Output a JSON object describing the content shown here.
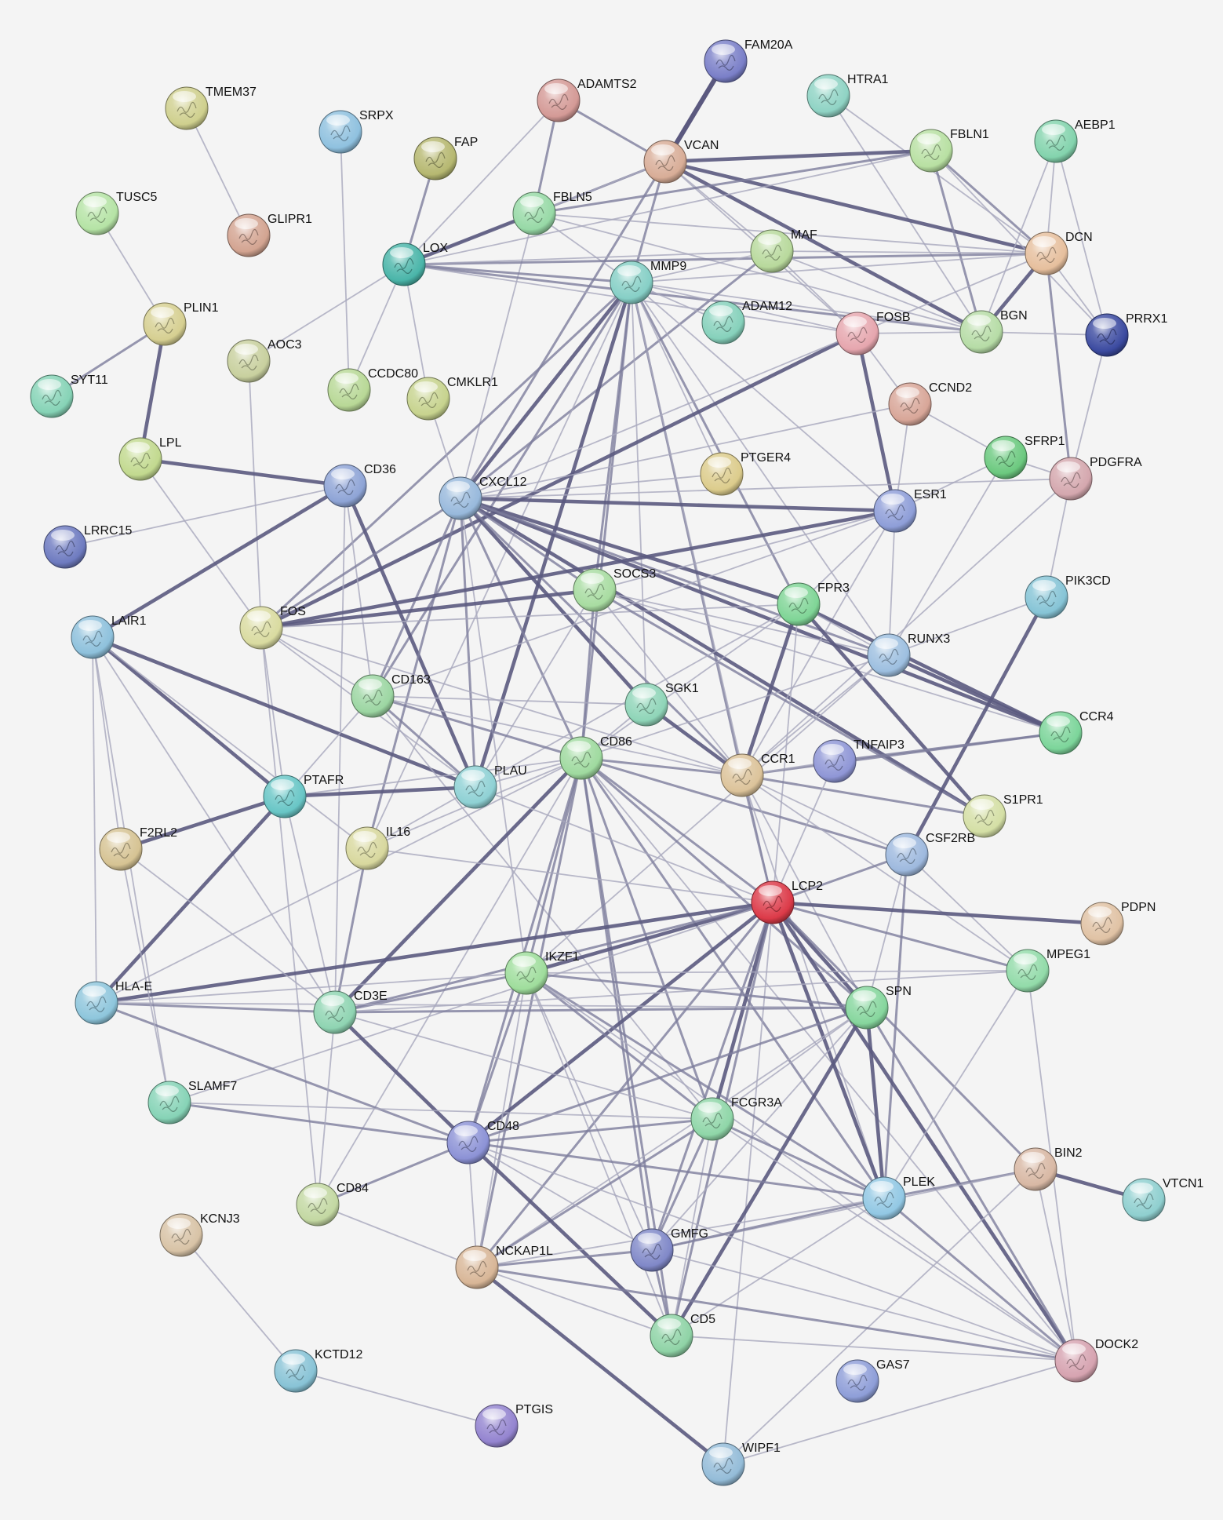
{
  "nodes": [
    {
      "id": "FAM20A",
      "color": "#7a7fc8"
    },
    {
      "id": "ADAMTS2",
      "color": "#d49a96"
    },
    {
      "id": "HTRA1",
      "color": "#8fd3c4"
    },
    {
      "id": "TMEM37",
      "color": "#cfd08e"
    },
    {
      "id": "SRPX",
      "color": "#8fc1df"
    },
    {
      "id": "FAP",
      "color": "#b6b871"
    },
    {
      "id": "VCAN",
      "color": "#d8ad97"
    },
    {
      "id": "FBLN1",
      "color": "#b8e0a2"
    },
    {
      "id": "AEBP1",
      "color": "#83d3ad"
    },
    {
      "id": "TUSC5",
      "color": "#b5e3a5"
    },
    {
      "id": "GLIPR1",
      "color": "#d3a491"
    },
    {
      "id": "FBLN5",
      "color": "#97d9a6"
    },
    {
      "id": "LOX",
      "color": "#4ab5a9"
    },
    {
      "id": "MAF",
      "color": "#b8d99c"
    },
    {
      "id": "DCN",
      "color": "#e6bf9d"
    },
    {
      "id": "MMP9",
      "color": "#86cfc6"
    },
    {
      "id": "PLIN1",
      "color": "#d6cf91"
    },
    {
      "id": "ADAM12",
      "color": "#86d1bb"
    },
    {
      "id": "FOSB",
      "color": "#e6a6ae"
    },
    {
      "id": "BGN",
      "color": "#b6dca6"
    },
    {
      "id": "PRRX1",
      "color": "#3b4aa0"
    },
    {
      "id": "AOC3",
      "color": "#c8d09e"
    },
    {
      "id": "SYT11",
      "color": "#86d3b6"
    },
    {
      "id": "CCDC80",
      "color": "#b8d896"
    },
    {
      "id": "CMKLR1",
      "color": "#c7d38e"
    },
    {
      "id": "CCND2",
      "color": "#d8a698"
    },
    {
      "id": "LPL",
      "color": "#c2d98f"
    },
    {
      "id": "SFRP1",
      "color": "#6cc97f"
    },
    {
      "id": "PDGFRA",
      "color": "#d4a7ae"
    },
    {
      "id": "PTGER4",
      "color": "#dccc8c"
    },
    {
      "id": "CD36",
      "color": "#8ea4d6"
    },
    {
      "id": "CXCL12",
      "color": "#98b9dc"
    },
    {
      "id": "ESR1",
      "color": "#8e9ed8"
    },
    {
      "id": "LRRC15",
      "color": "#6e7bc0"
    },
    {
      "id": "PIK3CD",
      "color": "#86c4d6"
    },
    {
      "id": "SOCS3",
      "color": "#a8dca1"
    },
    {
      "id": "FPR3",
      "color": "#7fd596"
    },
    {
      "id": "LAIR1",
      "color": "#8ec1dc"
    },
    {
      "id": "FOS",
      "color": "#d9dba0"
    },
    {
      "id": "RUNX3",
      "color": "#9dbfe0"
    },
    {
      "id": "CD163",
      "color": "#9cd6a2"
    },
    {
      "id": "SGK1",
      "color": "#8fd5b8"
    },
    {
      "id": "CCR4",
      "color": "#7cd59a"
    },
    {
      "id": "CD86",
      "color": "#9fda9f"
    },
    {
      "id": "TNFAIP3",
      "color": "#8f96d6"
    },
    {
      "id": "CCR1",
      "color": "#dcc39a"
    },
    {
      "id": "PTAFR",
      "color": "#68c6c6"
    },
    {
      "id": "PLAU",
      "color": "#8fd1d4"
    },
    {
      "id": "S1PR1",
      "color": "#d4dfa5"
    },
    {
      "id": "F2RL2",
      "color": "#d6c393"
    },
    {
      "id": "IL16",
      "color": "#d8d89e"
    },
    {
      "id": "CSF2RB",
      "color": "#9eb9de"
    },
    {
      "id": "LCP2",
      "color": "#dc3a48"
    },
    {
      "id": "PDPN",
      "color": "#e0c2a4"
    },
    {
      "id": "IKZF1",
      "color": "#9fdd9c"
    },
    {
      "id": "MPEG1",
      "color": "#92dba9"
    },
    {
      "id": "HLA-E",
      "color": "#8ec6dc"
    },
    {
      "id": "CD3E",
      "color": "#8fd4b2"
    },
    {
      "id": "SPN",
      "color": "#86d69d"
    },
    {
      "id": "SLAMF7",
      "color": "#86d3b6"
    },
    {
      "id": "FCGR3A",
      "color": "#8fd6a8"
    },
    {
      "id": "CD48",
      "color": "#8c92d6"
    },
    {
      "id": "BIN2",
      "color": "#d8b8a4"
    },
    {
      "id": "VTCN1",
      "color": "#8fcfcf"
    },
    {
      "id": "PLEK",
      "color": "#92c8e4"
    },
    {
      "id": "CD84",
      "color": "#c3d8a2"
    },
    {
      "id": "KCNJ3",
      "color": "#d8c3a6"
    },
    {
      "id": "GMFG",
      "color": "#8088c8"
    },
    {
      "id": "NCKAP1L",
      "color": "#d8b697"
    },
    {
      "id": "CD5",
      "color": "#8fd3a6"
    },
    {
      "id": "DOCK2",
      "color": "#d6a3b0"
    },
    {
      "id": "KCTD12",
      "color": "#88c3d6"
    },
    {
      "id": "GAS7",
      "color": "#8e9ed8"
    },
    {
      "id": "PTGIS",
      "color": "#9484d0"
    },
    {
      "id": "WIPF1",
      "color": "#94bcd8"
    }
  ],
  "edges": [
    [
      "FAM20A",
      "VCAN",
      4
    ],
    [
      "ADAMTS2",
      "VCAN",
      2
    ],
    [
      "ADAMTS2",
      "FBLN5",
      2
    ],
    [
      "ADAMTS2",
      "LOX",
      1
    ],
    [
      "TMEM37",
      "GLIPR1",
      1
    ],
    [
      "SRPX",
      "CCDC80",
      1
    ],
    [
      "FAP",
      "LOX",
      2
    ],
    [
      "TUSC5",
      "PLIN1",
      1
    ],
    [
      "PLIN1",
      "SYT11",
      2
    ],
    [
      "PLIN1",
      "LPL",
      3
    ],
    [
      "HTRA1",
      "BGN",
      1
    ],
    [
      "HTRA1",
      "DCN",
      1
    ],
    [
      "VCAN",
      "FBLN5",
      2
    ],
    [
      "VCAN",
      "FBLN1",
      3
    ],
    [
      "VCAN",
      "DCN",
      3
    ],
    [
      "VCAN",
      "BGN",
      3
    ],
    [
      "VCAN",
      "MMP9",
      2
    ],
    [
      "VCAN",
      "LOX",
      1
    ],
    [
      "VCAN",
      "CXCL12",
      2
    ],
    [
      "VCAN",
      "FOSB",
      1
    ],
    [
      "VCAN",
      "MAF",
      1
    ],
    [
      "FBLN1",
      "DCN",
      2
    ],
    [
      "FBLN1",
      "BGN",
      2
    ],
    [
      "FBLN1",
      "FBLN5",
      2
    ],
    [
      "FBLN1",
      "LOX",
      1
    ],
    [
      "FBLN1",
      "PRRX1",
      1
    ],
    [
      "AEBP1",
      "DCN",
      1
    ],
    [
      "AEBP1",
      "BGN",
      1
    ],
    [
      "AEBP1",
      "PRRX1",
      1
    ],
    [
      "FBLN5",
      "LOX",
      3
    ],
    [
      "FBLN5",
      "DCN",
      1
    ],
    [
      "FBLN5",
      "BGN",
      1
    ],
    [
      "FBLN5",
      "MMP9",
      1
    ],
    [
      "FBLN5",
      "CXCL12",
      1
    ],
    [
      "LOX",
      "MMP9",
      2
    ],
    [
      "LOX",
      "DCN",
      2
    ],
    [
      "LOX",
      "BGN",
      2
    ],
    [
      "LOX",
      "CCDC80",
      1
    ],
    [
      "LOX",
      "CMKLR1",
      1
    ],
    [
      "LOX",
      "AOC3",
      1
    ],
    [
      "LOX",
      "MAF",
      1
    ],
    [
      "LOX",
      "FOSB",
      1
    ],
    [
      "DCN",
      "BGN",
      3
    ],
    [
      "DCN",
      "PRRX1",
      1
    ],
    [
      "DCN",
      "PDGFRA",
      2
    ],
    [
      "DCN",
      "MAF",
      1
    ],
    [
      "DCN",
      "MMP9",
      1
    ],
    [
      "DCN",
      "FOSB",
      1
    ],
    [
      "BGN",
      "MMP9",
      1
    ],
    [
      "BGN",
      "FOSB",
      1
    ],
    [
      "BGN",
      "MAF",
      1
    ],
    [
      "BGN",
      "PRRX1",
      1
    ],
    [
      "PRRX1",
      "PDGFRA",
      1
    ],
    [
      "MAF",
      "FOSB",
      1
    ],
    [
      "MAF",
      "CXCL12",
      2
    ],
    [
      "MAF",
      "MMP9",
      1
    ],
    [
      "MMP9",
      "CXCL12",
      3
    ],
    [
      "MMP9",
      "FOS",
      2
    ],
    [
      "MMP9",
      "ADAM12",
      1
    ],
    [
      "MMP9",
      "PLAU",
      3
    ],
    [
      "MMP9",
      "CD86",
      2
    ],
    [
      "MMP9",
      "CCR1",
      2
    ],
    [
      "MMP9",
      "FPR3",
      2
    ],
    [
      "MMP9",
      "SOCS3",
      2
    ],
    [
      "MMP9",
      "CD163",
      2
    ],
    [
      "MMP9",
      "ESR1",
      1
    ],
    [
      "MMP9",
      "PTGER4",
      1
    ],
    [
      "MMP9",
      "SGK1",
      1
    ],
    [
      "MMP9",
      "RUNX3",
      1
    ],
    [
      "MMP9",
      "LCP2",
      1
    ],
    [
      "MMP9",
      "FOSB",
      1
    ],
    [
      "MMP9",
      "IL16",
      1
    ],
    [
      "FOSB",
      "FOS",
      3
    ],
    [
      "FOSB",
      "ESR1",
      3
    ],
    [
      "FOSB",
      "CCND2",
      1
    ],
    [
      "FOSB",
      "CXCL12",
      1
    ],
    [
      "CCND2",
      "ESR1",
      1
    ],
    [
      "CCND2",
      "SFRP1",
      1
    ],
    [
      "CCND2",
      "CXCL12",
      1
    ],
    [
      "SFRP1",
      "ESR1",
      1
    ],
    [
      "SFRP1",
      "PDGFRA",
      1
    ],
    [
      "SFRP1",
      "RUNX3",
      1
    ],
    [
      "PDGFRA",
      "CXCL12",
      1
    ],
    [
      "PDGFRA",
      "PIK3CD",
      1
    ],
    [
      "PDGFRA",
      "CCR1",
      1
    ],
    [
      "AOC3",
      "FOS",
      1
    ],
    [
      "CMKLR1",
      "CXCL12",
      1
    ],
    [
      "LPL",
      "CD36",
      3
    ],
    [
      "LPL",
      "FOS",
      1
    ],
    [
      "CD36",
      "LRRC15",
      1
    ],
    [
      "CD36",
      "LAIR1",
      3
    ],
    [
      "CD36",
      "PLAU",
      3
    ],
    [
      "CD36",
      "CD163",
      1
    ],
    [
      "CD36",
      "CD3E",
      1
    ],
    [
      "CXCL12",
      "ESR1",
      3
    ],
    [
      "CXCL12",
      "FOS",
      2
    ],
    [
      "CXCL12",
      "CCR4",
      3
    ],
    [
      "CXCL12",
      "SGK1",
      3
    ],
    [
      "CXCL12",
      "FPR3",
      3
    ],
    [
      "CXCL12",
      "RUNX3",
      2
    ],
    [
      "CXCL12",
      "S1PR1",
      3
    ],
    [
      "CXCL12",
      "CCR1",
      2
    ],
    [
      "CXCL12",
      "CD86",
      2
    ],
    [
      "CXCL12",
      "PLAU",
      2
    ],
    [
      "CXCL12",
      "SOCS3",
      2
    ],
    [
      "CXCL12",
      "CD163",
      2
    ],
    [
      "CXCL12",
      "IL16",
      2
    ],
    [
      "CXCL12",
      "PTGER4",
      1
    ],
    [
      "CXCL12",
      "IKZF1",
      1
    ],
    [
      "ESR1",
      "FOS",
      3
    ],
    [
      "ESR1",
      "RUNX3",
      1
    ],
    [
      "ESR1",
      "SOCS3",
      1
    ],
    [
      "ESR1",
      "FPR3",
      1
    ],
    [
      "ESR1",
      "CD163",
      1
    ],
    [
      "ESR1",
      "CCR1",
      1
    ],
    [
      "FOS",
      "SOCS3",
      3
    ],
    [
      "FOS",
      "FPR3",
      1
    ],
    [
      "FOS",
      "PLAU",
      1
    ],
    [
      "FOS",
      "CD163",
      1
    ],
    [
      "FOS",
      "CCR1",
      1
    ],
    [
      "FOS",
      "PTAFR",
      1
    ],
    [
      "FOS",
      "CD84",
      1
    ],
    [
      "SOCS3",
      "CD86",
      2
    ],
    [
      "SOCS3",
      "S1PR1",
      2
    ],
    [
      "SOCS3",
      "RUNX3",
      1
    ],
    [
      "SOCS3",
      "CCR4",
      1
    ],
    [
      "SOCS3",
      "PLAU",
      1
    ],
    [
      "SOCS3",
      "CCR1",
      1
    ],
    [
      "FPR3",
      "CCR1",
      3
    ],
    [
      "FPR3",
      "CCR4",
      3
    ],
    [
      "FPR3",
      "RUNX3",
      1
    ],
    [
      "FPR3",
      "S1PR1",
      3
    ],
    [
      "FPR3",
      "CD86",
      1
    ],
    [
      "FPR3",
      "PLAU",
      1
    ],
    [
      "FPR3",
      "LCP2",
      1
    ],
    [
      "RUNX3",
      "PIK3CD",
      1
    ],
    [
      "RUNX3",
      "CCR4",
      3
    ],
    [
      "RUNX3",
      "CCR1",
      1
    ],
    [
      "RUNX3",
      "IKZF1",
      1
    ],
    [
      "RUNX3",
      "CD86",
      1
    ],
    [
      "PIK3CD",
      "CSF2RB",
      3
    ],
    [
      "LAIR1",
      "PLAU",
      3
    ],
    [
      "LAIR1",
      "PTAFR",
      3
    ],
    [
      "LAIR1",
      "F2RL2",
      1
    ],
    [
      "LAIR1",
      "IL16",
      1
    ],
    [
      "LAIR1",
      "CD3E",
      1
    ],
    [
      "LAIR1",
      "SLAMF7",
      1
    ],
    [
      "LAIR1",
      "HLA-E",
      1
    ],
    [
      "CD163",
      "PLAU",
      2
    ],
    [
      "CD163",
      "CD86",
      2
    ],
    [
      "CD163",
      "CCR1",
      1
    ],
    [
      "CD163",
      "SGK1",
      1
    ],
    [
      "CD163",
      "FCGR3A",
      1
    ],
    [
      "CD163",
      "PTAFR",
      1
    ],
    [
      "SGK1",
      "CCR1",
      3
    ],
    [
      "SGK1",
      "CD86",
      1
    ],
    [
      "CD86",
      "CCR1",
      2
    ],
    [
      "CD86",
      "LCP2",
      2
    ],
    [
      "CD86",
      "CD3E",
      3
    ],
    [
      "CD86",
      "IKZF1",
      2
    ],
    [
      "CD86",
      "FCGR3A",
      2
    ],
    [
      "CD86",
      "CD48",
      2
    ],
    [
      "CD86",
      "GMFG",
      2
    ],
    [
      "CD86",
      "NCKAP1L",
      2
    ],
    [
      "CD86",
      "PLEK",
      2
    ],
    [
      "CD86",
      "CD5",
      2
    ],
    [
      "CD86",
      "SPN",
      2
    ],
    [
      "CD86",
      "DOCK2",
      1
    ],
    [
      "CD86",
      "PTAFR",
      1
    ],
    [
      "CD86",
      "PLAU",
      1
    ],
    [
      "CD86",
      "CSF2RB",
      2
    ],
    [
      "CD86",
      "HLA-E",
      1
    ],
    [
      "CD86",
      "CD84",
      1
    ],
    [
      "CCR1",
      "CCR4",
      2
    ],
    [
      "CCR1",
      "S1PR1",
      2
    ],
    [
      "CCR1",
      "LCP2",
      2
    ],
    [
      "CCR1",
      "TNFAIP3",
      1
    ],
    [
      "CCR1",
      "CSF2RB",
      1
    ],
    [
      "CCR1",
      "PLEK",
      1
    ],
    [
      "CCR1",
      "SPN",
      1
    ],
    [
      "CCR1",
      "MPEG1",
      1
    ],
    [
      "TNFAIP3",
      "CCR4",
      2
    ],
    [
      "TNFAIP3",
      "LCP2",
      1
    ],
    [
      "PTAFR",
      "PLAU",
      3
    ],
    [
      "PTAFR",
      "F2RL2",
      3
    ],
    [
      "PTAFR",
      "HLA-E",
      3
    ],
    [
      "PTAFR",
      "CD3E",
      1
    ],
    [
      "PLAU",
      "IL16",
      1
    ],
    [
      "PLAU",
      "LCP2",
      1
    ],
    [
      "IL16",
      "CD3E",
      2
    ],
    [
      "IL16",
      "CD86",
      1
    ],
    [
      "IL16",
      "LCP2",
      1
    ],
    [
      "CSF2RB",
      "LCP2",
      2
    ],
    [
      "CSF2RB",
      "PLEK",
      2
    ],
    [
      "CSF2RB",
      "SPN",
      1
    ],
    [
      "CSF2RB",
      "MPEG1",
      1
    ],
    [
      "LCP2",
      "PDPN",
      3
    ],
    [
      "LCP2",
      "IKZF1",
      3
    ],
    [
      "LCP2",
      "HLA-E",
      3
    ],
    [
      "LCP2",
      "CD3E",
      2
    ],
    [
      "LCP2",
      "SPN",
      3
    ],
    [
      "LCP2",
      "MPEG1",
      2
    ],
    [
      "LCP2",
      "FCGR3A",
      3
    ],
    [
      "LCP2",
      "CD48",
      3
    ],
    [
      "LCP2",
      "PLEK",
      3
    ],
    [
      "LCP2",
      "NCKAP1L",
      2
    ],
    [
      "LCP2",
      "GMFG",
      2
    ],
    [
      "LCP2",
      "CD5",
      2
    ],
    [
      "LCP2",
      "DOCK2",
      3
    ],
    [
      "LCP2",
      "BIN2",
      2
    ],
    [
      "LCP2",
      "WIPF1",
      1
    ],
    [
      "LCP2",
      "SLAMF7",
      1
    ],
    [
      "IKZF1",
      "CD3E",
      2
    ],
    [
      "IKZF1",
      "SPN",
      2
    ],
    [
      "IKZF1",
      "FCGR3A",
      2
    ],
    [
      "IKZF1",
      "CD48",
      2
    ],
    [
      "IKZF1",
      "PLEK",
      2
    ],
    [
      "IKZF1",
      "GMFG",
      1
    ],
    [
      "IKZF1",
      "CD5",
      1
    ],
    [
      "IKZF1",
      "NCKAP1L",
      1
    ],
    [
      "IKZF1",
      "MPEG1",
      1
    ],
    [
      "IKZF1",
      "HLA-E",
      1
    ],
    [
      "IKZF1",
      "DOCK2",
      1
    ],
    [
      "HLA-E",
      "CD3E",
      2
    ],
    [
      "HLA-E",
      "CD48",
      2
    ],
    [
      "HLA-E",
      "SPN",
      1
    ],
    [
      "CD3E",
      "SPN",
      2
    ],
    [
      "CD3E",
      "CD48",
      3
    ],
    [
      "CD3E",
      "FCGR3A",
      1
    ],
    [
      "CD3E",
      "MPEG1",
      1
    ],
    [
      "SPN",
      "CD48",
      2
    ],
    [
      "SPN",
      "PLEK",
      3
    ],
    [
      "SPN",
      "CD5",
      3
    ],
    [
      "SPN",
      "DOCK2",
      2
    ],
    [
      "SPN",
      "FCGR3A",
      1
    ],
    [
      "SPN",
      "NCKAP1L",
      1
    ],
    [
      "SPN",
      "GMFG",
      1
    ],
    [
      "SLAMF7",
      "CD48",
      2
    ],
    [
      "SLAMF7",
      "FCGR3A",
      1
    ],
    [
      "FCGR3A",
      "CD48",
      2
    ],
    [
      "FCGR3A",
      "PLEK",
      2
    ],
    [
      "FCGR3A",
      "NCKAP1L",
      2
    ],
    [
      "FCGR3A",
      "GMFG",
      2
    ],
    [
      "FCGR3A",
      "CD5",
      1
    ],
    [
      "FCGR3A",
      "DOCK2",
      1
    ],
    [
      "CD48",
      "PLEK",
      2
    ],
    [
      "CD48",
      "CD5",
      3
    ],
    [
      "CD48",
      "NCKAP1L",
      1
    ],
    [
      "CD48",
      "GMFG",
      1
    ],
    [
      "CD48",
      "CD84",
      2
    ],
    [
      "CD48",
      "DOCK2",
      1
    ],
    [
      "BIN2",
      "VTCN1",
      3
    ],
    [
      "BIN2",
      "PLEK",
      2
    ],
    [
      "BIN2",
      "DOCK2",
      1
    ],
    [
      "BIN2",
      "GMFG",
      1
    ],
    [
      "BIN2",
      "WIPF1",
      1
    ],
    [
      "PLEK",
      "GMFG",
      2
    ],
    [
      "PLEK",
      "DOCK2",
      2
    ],
    [
      "PLEK",
      "NCKAP1L",
      1
    ],
    [
      "PLEK",
      "CD5",
      1
    ],
    [
      "MPEG1",
      "PLEK",
      1
    ],
    [
      "MPEG1",
      "DOCK2",
      1
    ],
    [
      "CD84",
      "NCKAP1L",
      1
    ],
    [
      "CD84",
      "CD3E",
      1
    ],
    [
      "KCNJ3",
      "KCTD12",
      1
    ],
    [
      "GMFG",
      "NCKAP1L",
      2
    ],
    [
      "GMFG",
      "CD5",
      2
    ],
    [
      "GMFG",
      "DOCK2",
      1
    ],
    [
      "NCKAP1L",
      "CD5",
      1
    ],
    [
      "NCKAP1L",
      "DOCK2",
      2
    ],
    [
      "NCKAP1L",
      "WIPF1",
      3
    ],
    [
      "KCTD12",
      "PTGIS",
      1
    ],
    [
      "CD5",
      "DOCK2",
      1
    ],
    [
      "DOCK2",
      "WIPF1",
      1
    ],
    [
      "F2RL2",
      "SLAMF7",
      1
    ],
    [
      "F2RL2",
      "CD3E",
      1
    ]
  ]
}
